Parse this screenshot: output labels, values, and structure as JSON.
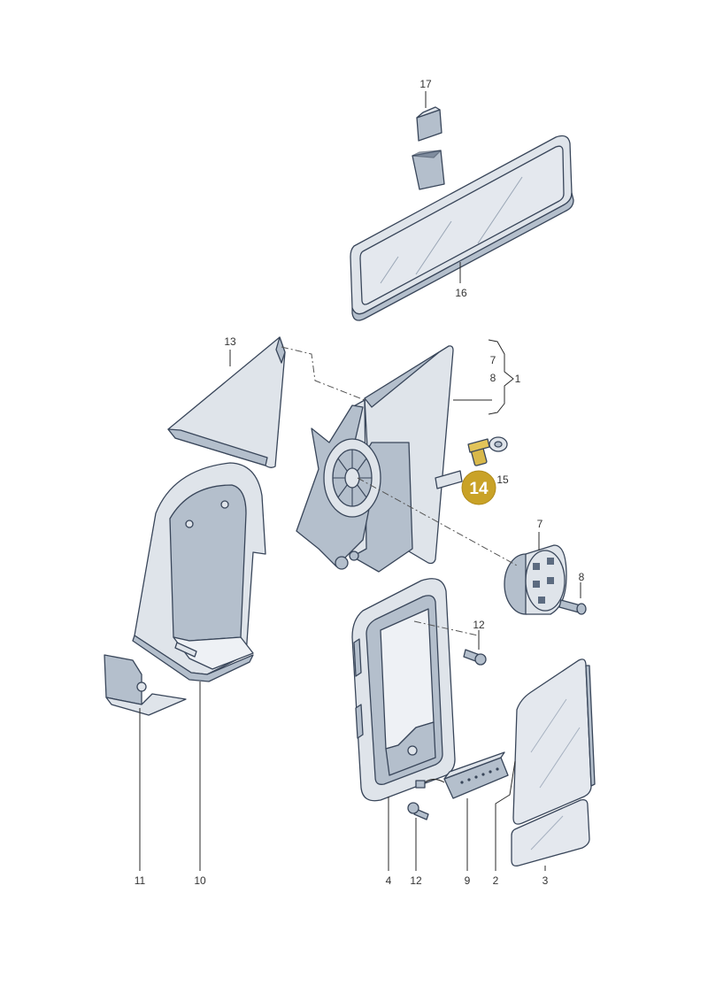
{
  "callouts": {
    "p1": "1",
    "p2": "2",
    "p3": "3",
    "p4": "4",
    "p7a": "7",
    "p7b": "7",
    "p8a": "8",
    "p8b": "8",
    "p9": "9",
    "p10": "10",
    "p11": "11",
    "p12a": "12",
    "p12b": "12",
    "p13": "13",
    "p14": "14",
    "p15": "15",
    "p16": "16",
    "p17": "17"
  },
  "highlight": {
    "color": "#c9a227"
  }
}
